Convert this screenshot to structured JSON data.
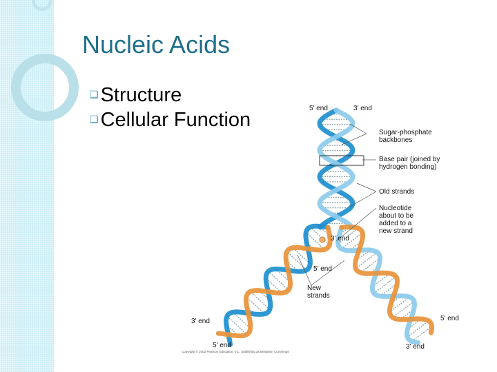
{
  "slide": {
    "title": "Nucleic Acids",
    "bullets": [
      "Structure",
      "Cellular Function"
    ]
  },
  "figure": {
    "labels": {
      "top_5_end": "5' end",
      "top_3_end": "3' end",
      "sugar_phosphate": "Sugar-phosphate\nbackbones",
      "base_pair": "Base pair (joined by\nhydrogen bonding)",
      "old_strands": "Old strands",
      "nucleotide": "Nucleotide\nabout to be\nadded to a\nnew strand",
      "mid_3_end": "3' end",
      "mid_5_end": "5' end",
      "new_strands": "New\nstrands",
      "left_3_end": "3' end",
      "left_5_end": "5' end",
      "right_5_end": "5' end",
      "right_3_end": "3' end"
    },
    "copyright": "Copyright © 2002 Pearson Education, Inc., publishing as Benjamin Cummings",
    "colors": {
      "old_strand_dark": "#1d8fcf",
      "old_strand_light": "#8ccbec",
      "new_strand": "#e8923a",
      "title": "#1f6f8b"
    }
  }
}
